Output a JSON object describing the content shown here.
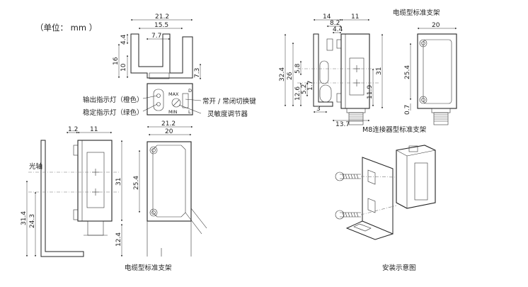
{
  "unit_label": "（单位：    mm ）",
  "front_view": {
    "dims": [
      "21.2",
      "15.5",
      "7.7",
      "4.4",
      "16",
      "10",
      "7.3"
    ],
    "top_panel": {
      "marks": [
        "MAX",
        "MIN",
        "D",
        "L"
      ],
      "callouts": [
        "输出指示灯（橙色）",
        "稳定指示灯（绿色）",
        "常开 / 常闭切换键",
        "灵敏度调节器"
      ]
    }
  },
  "side_view": {
    "dims": [
      "1.2",
      "11",
      "31.4",
      "24.3",
      "31",
      "12.4"
    ],
    "optical_axis_label": "光轴"
  },
  "face_view": {
    "dims": [
      "21.2",
      "20",
      "25.4"
    ],
    "caption": "电缆型标准支架"
  },
  "m8_side_view": {
    "dims": [
      "14",
      "11",
      "8.2",
      "4.4",
      "32.4",
      "26",
      "5.8",
      "12.6",
      "5.2",
      "1.7",
      "11.9",
      "31",
      "3",
      "13.7"
    ],
    "caption": "M8连接器型标准支架"
  },
  "m8_face_view": {
    "dims": [
      "20",
      "25.4",
      "0.7"
    ],
    "caption": "电缆型标准支架"
  },
  "install_view": {
    "caption": "安装示意图"
  }
}
